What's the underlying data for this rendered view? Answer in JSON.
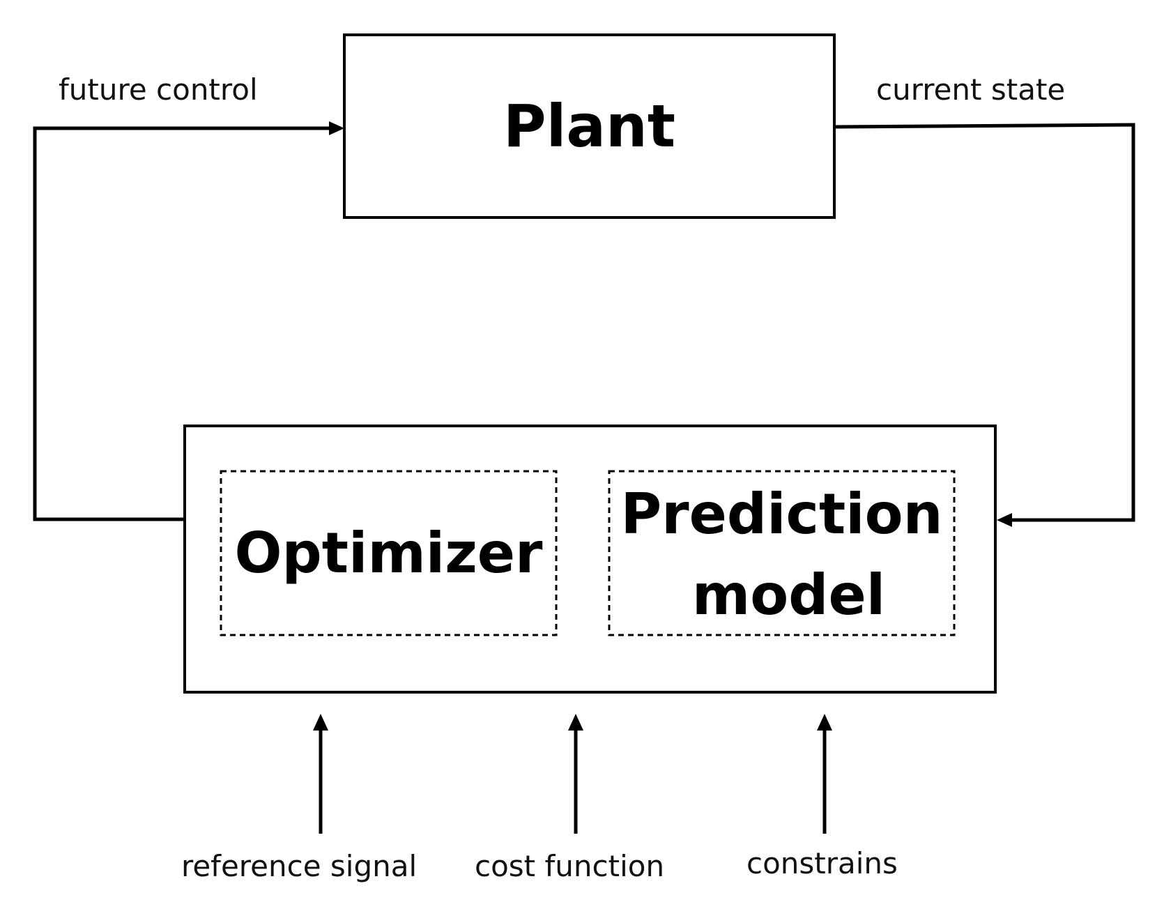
{
  "diagram": {
    "plant": {
      "label": "Plant"
    },
    "controller": {
      "optimizer_label": "Optimizer",
      "prediction_label_line1": "Prediction",
      "prediction_label_line2": "model"
    },
    "edges": {
      "future_control": "future control",
      "current_state": "current state"
    },
    "inputs": [
      {
        "label": "reference signal"
      },
      {
        "label": "cost function"
      },
      {
        "label": "constrains"
      }
    ]
  }
}
